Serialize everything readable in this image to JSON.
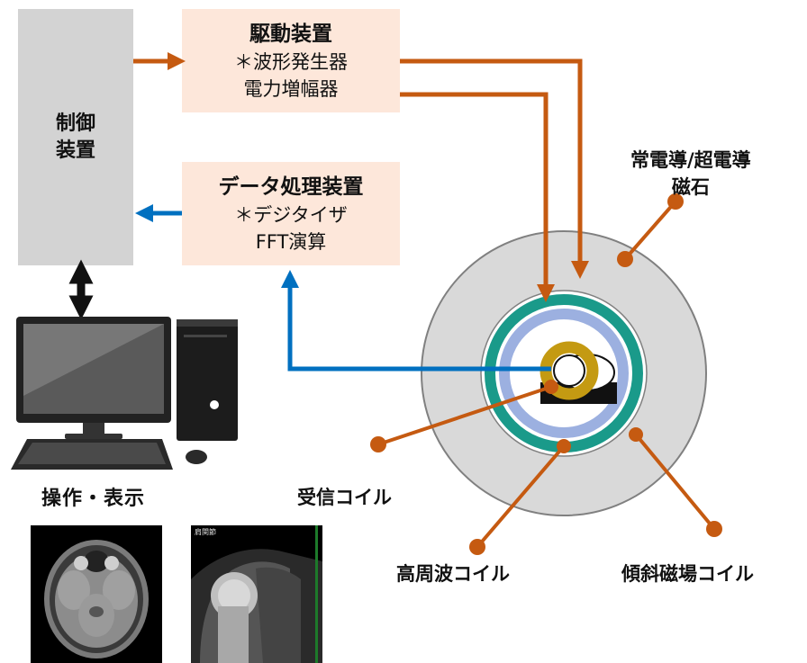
{
  "control": {
    "line1": "制御",
    "line2": "装置"
  },
  "drive": {
    "title": "駆動装置",
    "line1": "＊波形発生器",
    "line2": "電力増幅器"
  },
  "processing": {
    "title": "データ処理装置",
    "line1": "＊デジタイザ",
    "line2": "FFT演算"
  },
  "labels": {
    "operation": "操作・表示",
    "receive_coil": "受信コイル",
    "rf_coil": "高周波コイル",
    "gradient_coil": "傾斜磁場コイル",
    "magnet_line1": "常電導/超電導",
    "magnet_line2": "磁石"
  },
  "images": {
    "shoulder_caption": "肩関節"
  },
  "colors": {
    "orange": "#c55a11",
    "blue": "#0070c0",
    "teal": "#1a9a8a",
    "lavender": "#9cb0e0",
    "gold": "#c49a12",
    "magnet_gray": "#d9d9d9",
    "box_peach": "#fde7da",
    "box_gray": "#d3d3d3"
  }
}
